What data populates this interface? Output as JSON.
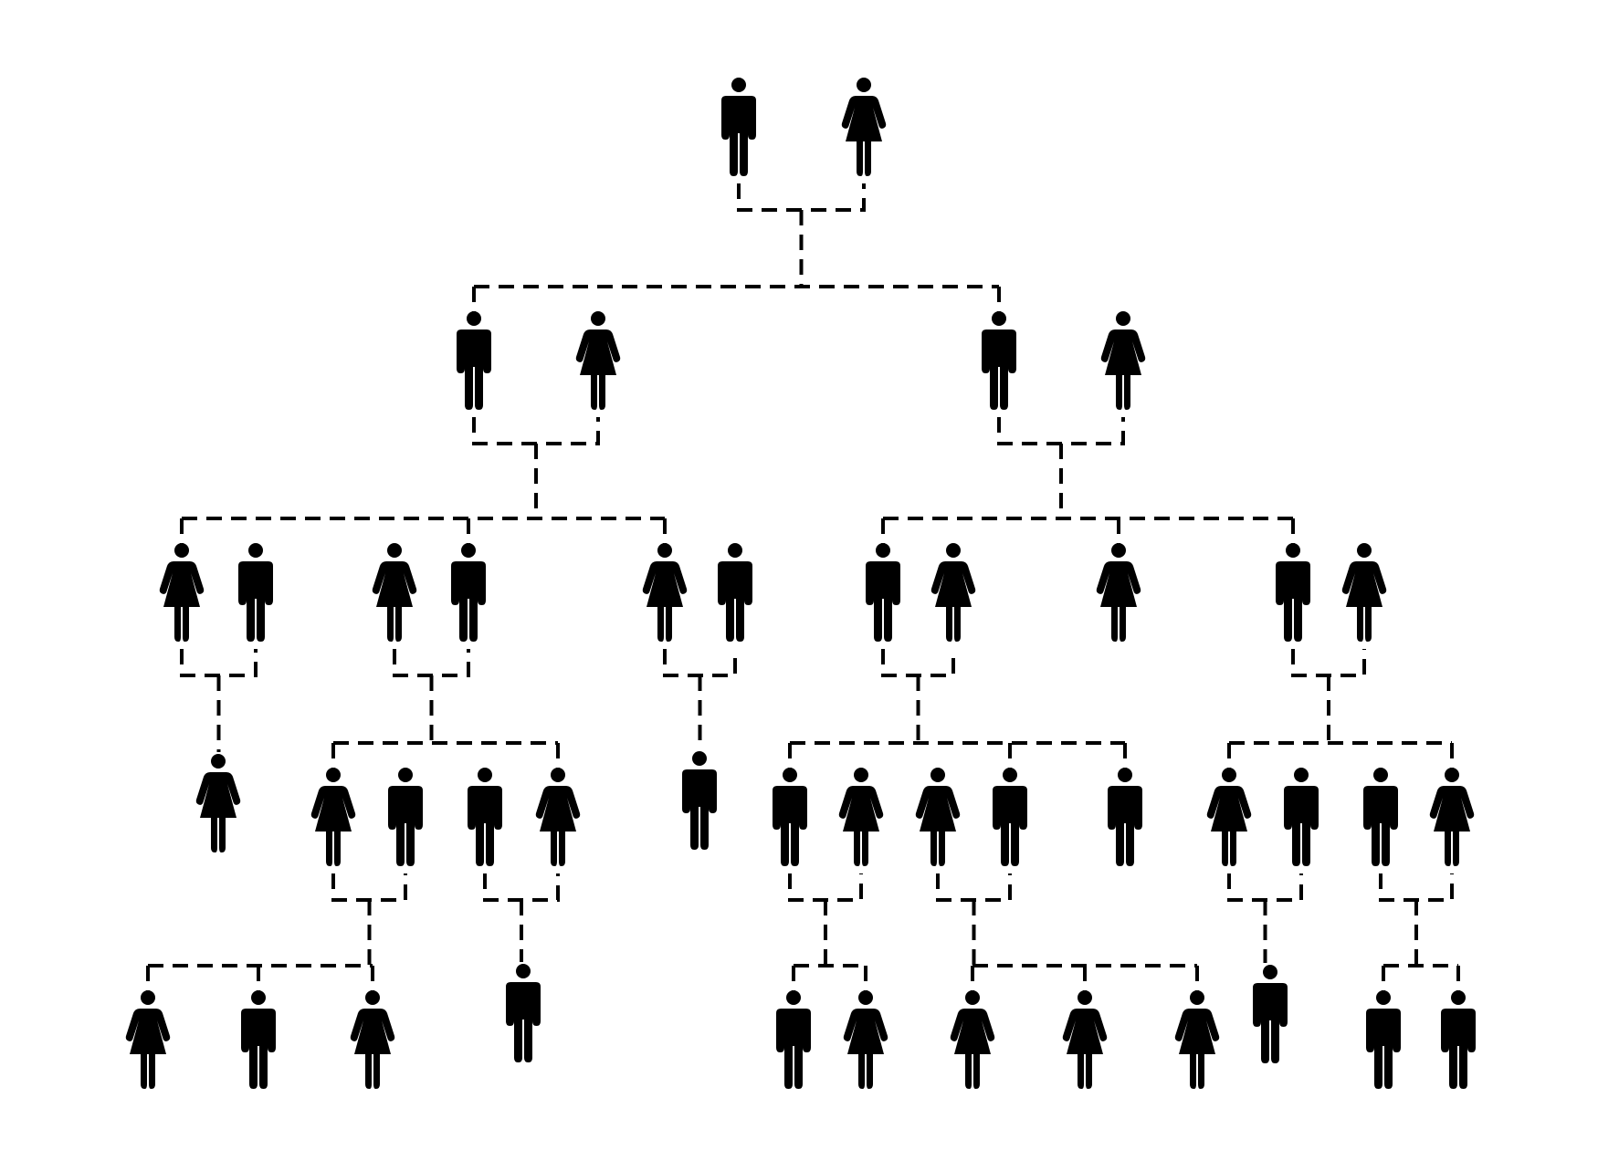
{
  "diagram": {
    "type": "family-tree",
    "colors": {
      "figure": "#000000",
      "connector": "#000000",
      "background": "#ffffff"
    },
    "generations": [
      {
        "level": 1,
        "members": [
          {
            "id": "g1-m1",
            "gender": "male",
            "icon": "male-figure-icon"
          },
          {
            "id": "g1-f1",
            "gender": "female",
            "icon": "female-figure-icon"
          }
        ]
      },
      {
        "level": 2,
        "members": [
          {
            "id": "g2-m1",
            "gender": "male",
            "icon": "male-figure-icon"
          },
          {
            "id": "g2-f1",
            "gender": "female",
            "icon": "female-figure-icon"
          },
          {
            "id": "g2-m2",
            "gender": "male",
            "icon": "male-figure-icon"
          },
          {
            "id": "g2-f2",
            "gender": "female",
            "icon": "female-figure-icon"
          }
        ]
      },
      {
        "level": 3,
        "members": [
          {
            "id": "g3-1",
            "gender": "female"
          },
          {
            "id": "g3-2",
            "gender": "male"
          },
          {
            "id": "g3-3",
            "gender": "female"
          },
          {
            "id": "g3-4",
            "gender": "male"
          },
          {
            "id": "g3-5",
            "gender": "female"
          },
          {
            "id": "g3-6",
            "gender": "male"
          },
          {
            "id": "g3-7",
            "gender": "male"
          },
          {
            "id": "g3-8",
            "gender": "female"
          },
          {
            "id": "g3-9",
            "gender": "female"
          },
          {
            "id": "g3-10",
            "gender": "male"
          },
          {
            "id": "g3-11",
            "gender": "female"
          }
        ]
      },
      {
        "level": 4,
        "members": [
          {
            "id": "g4-1",
            "gender": "female"
          },
          {
            "id": "g4-2",
            "gender": "female"
          },
          {
            "id": "g4-3",
            "gender": "male"
          },
          {
            "id": "g4-4",
            "gender": "male"
          },
          {
            "id": "g4-5",
            "gender": "female"
          },
          {
            "id": "g4-6",
            "gender": "male"
          },
          {
            "id": "g4-7",
            "gender": "male"
          },
          {
            "id": "g4-8",
            "gender": "female"
          },
          {
            "id": "g4-9",
            "gender": "female"
          },
          {
            "id": "g4-10",
            "gender": "male"
          },
          {
            "id": "g4-11",
            "gender": "male"
          },
          {
            "id": "g4-12",
            "gender": "female"
          },
          {
            "id": "g4-13",
            "gender": "male"
          },
          {
            "id": "g4-14",
            "gender": "male"
          },
          {
            "id": "g4-15",
            "gender": "female"
          }
        ]
      },
      {
        "level": 5,
        "members": [
          {
            "id": "g5-1",
            "gender": "female"
          },
          {
            "id": "g5-2",
            "gender": "male"
          },
          {
            "id": "g5-3",
            "gender": "female"
          },
          {
            "id": "g5-4",
            "gender": "male"
          },
          {
            "id": "g5-5",
            "gender": "male"
          },
          {
            "id": "g5-6",
            "gender": "female"
          },
          {
            "id": "g5-7",
            "gender": "female"
          },
          {
            "id": "g5-8",
            "gender": "female"
          },
          {
            "id": "g5-9",
            "gender": "female"
          },
          {
            "id": "g5-10",
            "gender": "male"
          },
          {
            "id": "g5-11",
            "gender": "male"
          },
          {
            "id": "g5-12",
            "gender": "male"
          }
        ]
      }
    ],
    "couples": [
      {
        "id": "c1",
        "partners": [
          "g1-m1",
          "g1-f1"
        ],
        "children": [
          "g2-m1",
          "g2-m2"
        ]
      },
      {
        "id": "c2",
        "partners": [
          "g2-m1",
          "g2-f1"
        ],
        "children": [
          "g3-1",
          "g3-4",
          "g3-5"
        ]
      },
      {
        "id": "c3",
        "partners": [
          "g2-m2",
          "g2-f2"
        ],
        "children": [
          "g3-7",
          "g3-9",
          "g3-10"
        ]
      },
      {
        "id": "c4",
        "partners": [
          "g3-1",
          "g3-2"
        ],
        "children": [
          "g4-1"
        ]
      },
      {
        "id": "c5",
        "partners": [
          "g3-3",
          "g3-4"
        ],
        "children": [
          "g4-2",
          "g4-5"
        ]
      },
      {
        "id": "c6",
        "partners": [
          "g3-5",
          "g3-6"
        ],
        "children": [
          "g4-6"
        ]
      },
      {
        "id": "c7",
        "partners": [
          "g3-7",
          "g3-8"
        ],
        "children": [
          "g4-7",
          "g4-10",
          "g4-11"
        ]
      },
      {
        "id": "c8",
        "partners": [
          "g3-10",
          "g3-11"
        ],
        "children": [
          "g4-12",
          "g4-15"
        ]
      },
      {
        "id": "c9",
        "partners": [
          "g4-2",
          "g4-3"
        ],
        "children": [
          "g5-1",
          "g5-2",
          "g5-3"
        ]
      },
      {
        "id": "c10",
        "partners": [
          "g4-4",
          "g4-5"
        ],
        "children": [
          "g5-4"
        ]
      },
      {
        "id": "c11",
        "partners": [
          "g4-7",
          "g4-8"
        ],
        "children": [
          "g5-5",
          "g5-6"
        ]
      },
      {
        "id": "c12",
        "partners": [
          "g4-9",
          "g4-10"
        ],
        "children": [
          "g5-7",
          "g5-8",
          "g5-9"
        ]
      },
      {
        "id": "c13",
        "partners": [
          "g4-12",
          "g4-13"
        ],
        "children": [
          "g5-10"
        ]
      },
      {
        "id": "c14",
        "partners": [
          "g4-14",
          "g4-15"
        ],
        "children": [
          "g5-11",
          "g5-12"
        ]
      }
    ]
  }
}
